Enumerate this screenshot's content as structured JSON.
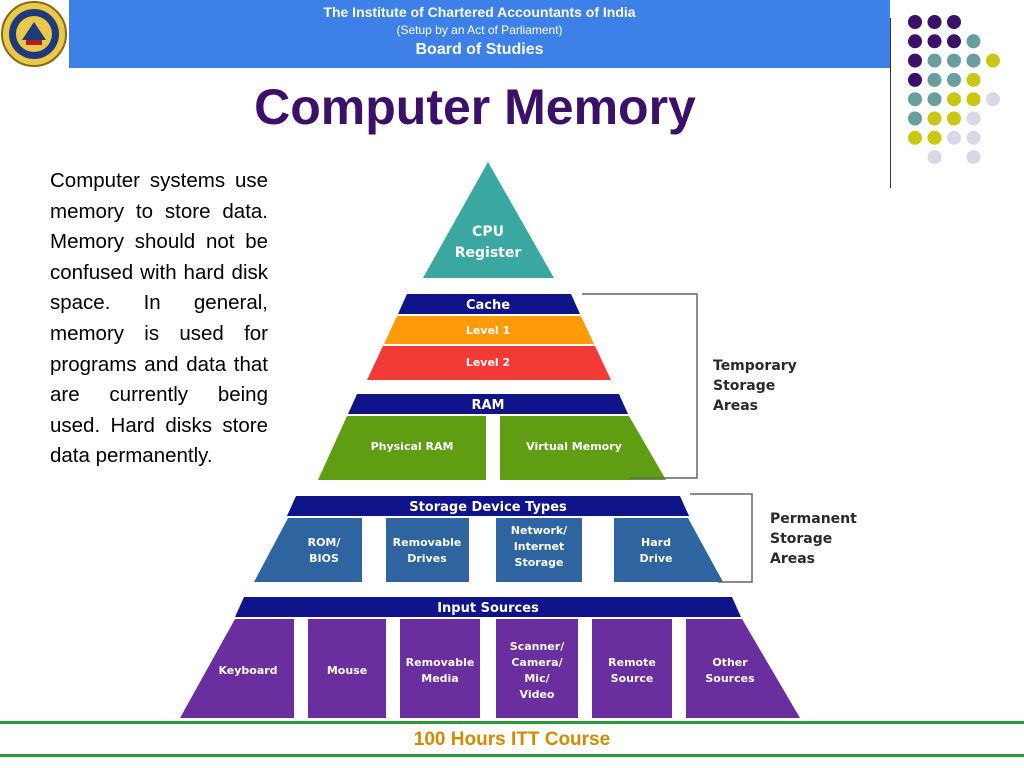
{
  "header": {
    "org_name": "The Institute of Chartered Accountants of India",
    "subtitle": "(Setup by an Act of Parliament)",
    "board": "Board of Studies"
  },
  "slide": {
    "title": "Computer Memory",
    "body": "Computer systems use memory to store data. Memory should not be confused with hard disk space. In general, memory is used for programs and data that are currently being used. Hard disks store data permanently."
  },
  "pyramid": {
    "cpu": [
      "CPU",
      "Register"
    ],
    "cache": {
      "label": "Cache",
      "levels": [
        "Level 1",
        "Level 2"
      ]
    },
    "ram": {
      "label": "RAM",
      "items": [
        "Physical RAM",
        "Virtual Memory"
      ]
    },
    "storage": {
      "label": "Storage Device Types",
      "items": [
        [
          "ROM/",
          "BIOS"
        ],
        [
          "Removable",
          "Drives"
        ],
        [
          "Network/",
          "Internet",
          "Storage"
        ],
        [
          "Hard",
          "Drive"
        ]
      ]
    },
    "input": {
      "label": "Input Sources",
      "items": [
        [
          "Keyboard"
        ],
        [
          "Mouse"
        ],
        [
          "Removable",
          "Media"
        ],
        [
          "Scanner/",
          "Camera/",
          "Mic/",
          "Video"
        ],
        [
          "Remote",
          "Source"
        ],
        [
          "Other",
          "Sources"
        ]
      ]
    },
    "temporary_label": [
      "Temporary",
      "Storage",
      "Areas"
    ],
    "permanent_label": [
      "Permanent",
      "Storage",
      "Areas"
    ]
  },
  "colors": {
    "header_band": "#3d80e8",
    "title": "#3b1069",
    "cpu": "#3aa8a0",
    "navy_band": "#10148a",
    "level1": "#ff9a0a",
    "level2": "#f23a36",
    "ram": "#5f9e12",
    "storage": "#2e64a0",
    "input": "#6a2e9e",
    "footer_text": "#d48a00",
    "footer_line": "#2a9d3a"
  },
  "footer": {
    "text": "100 Hours ITT Course"
  }
}
